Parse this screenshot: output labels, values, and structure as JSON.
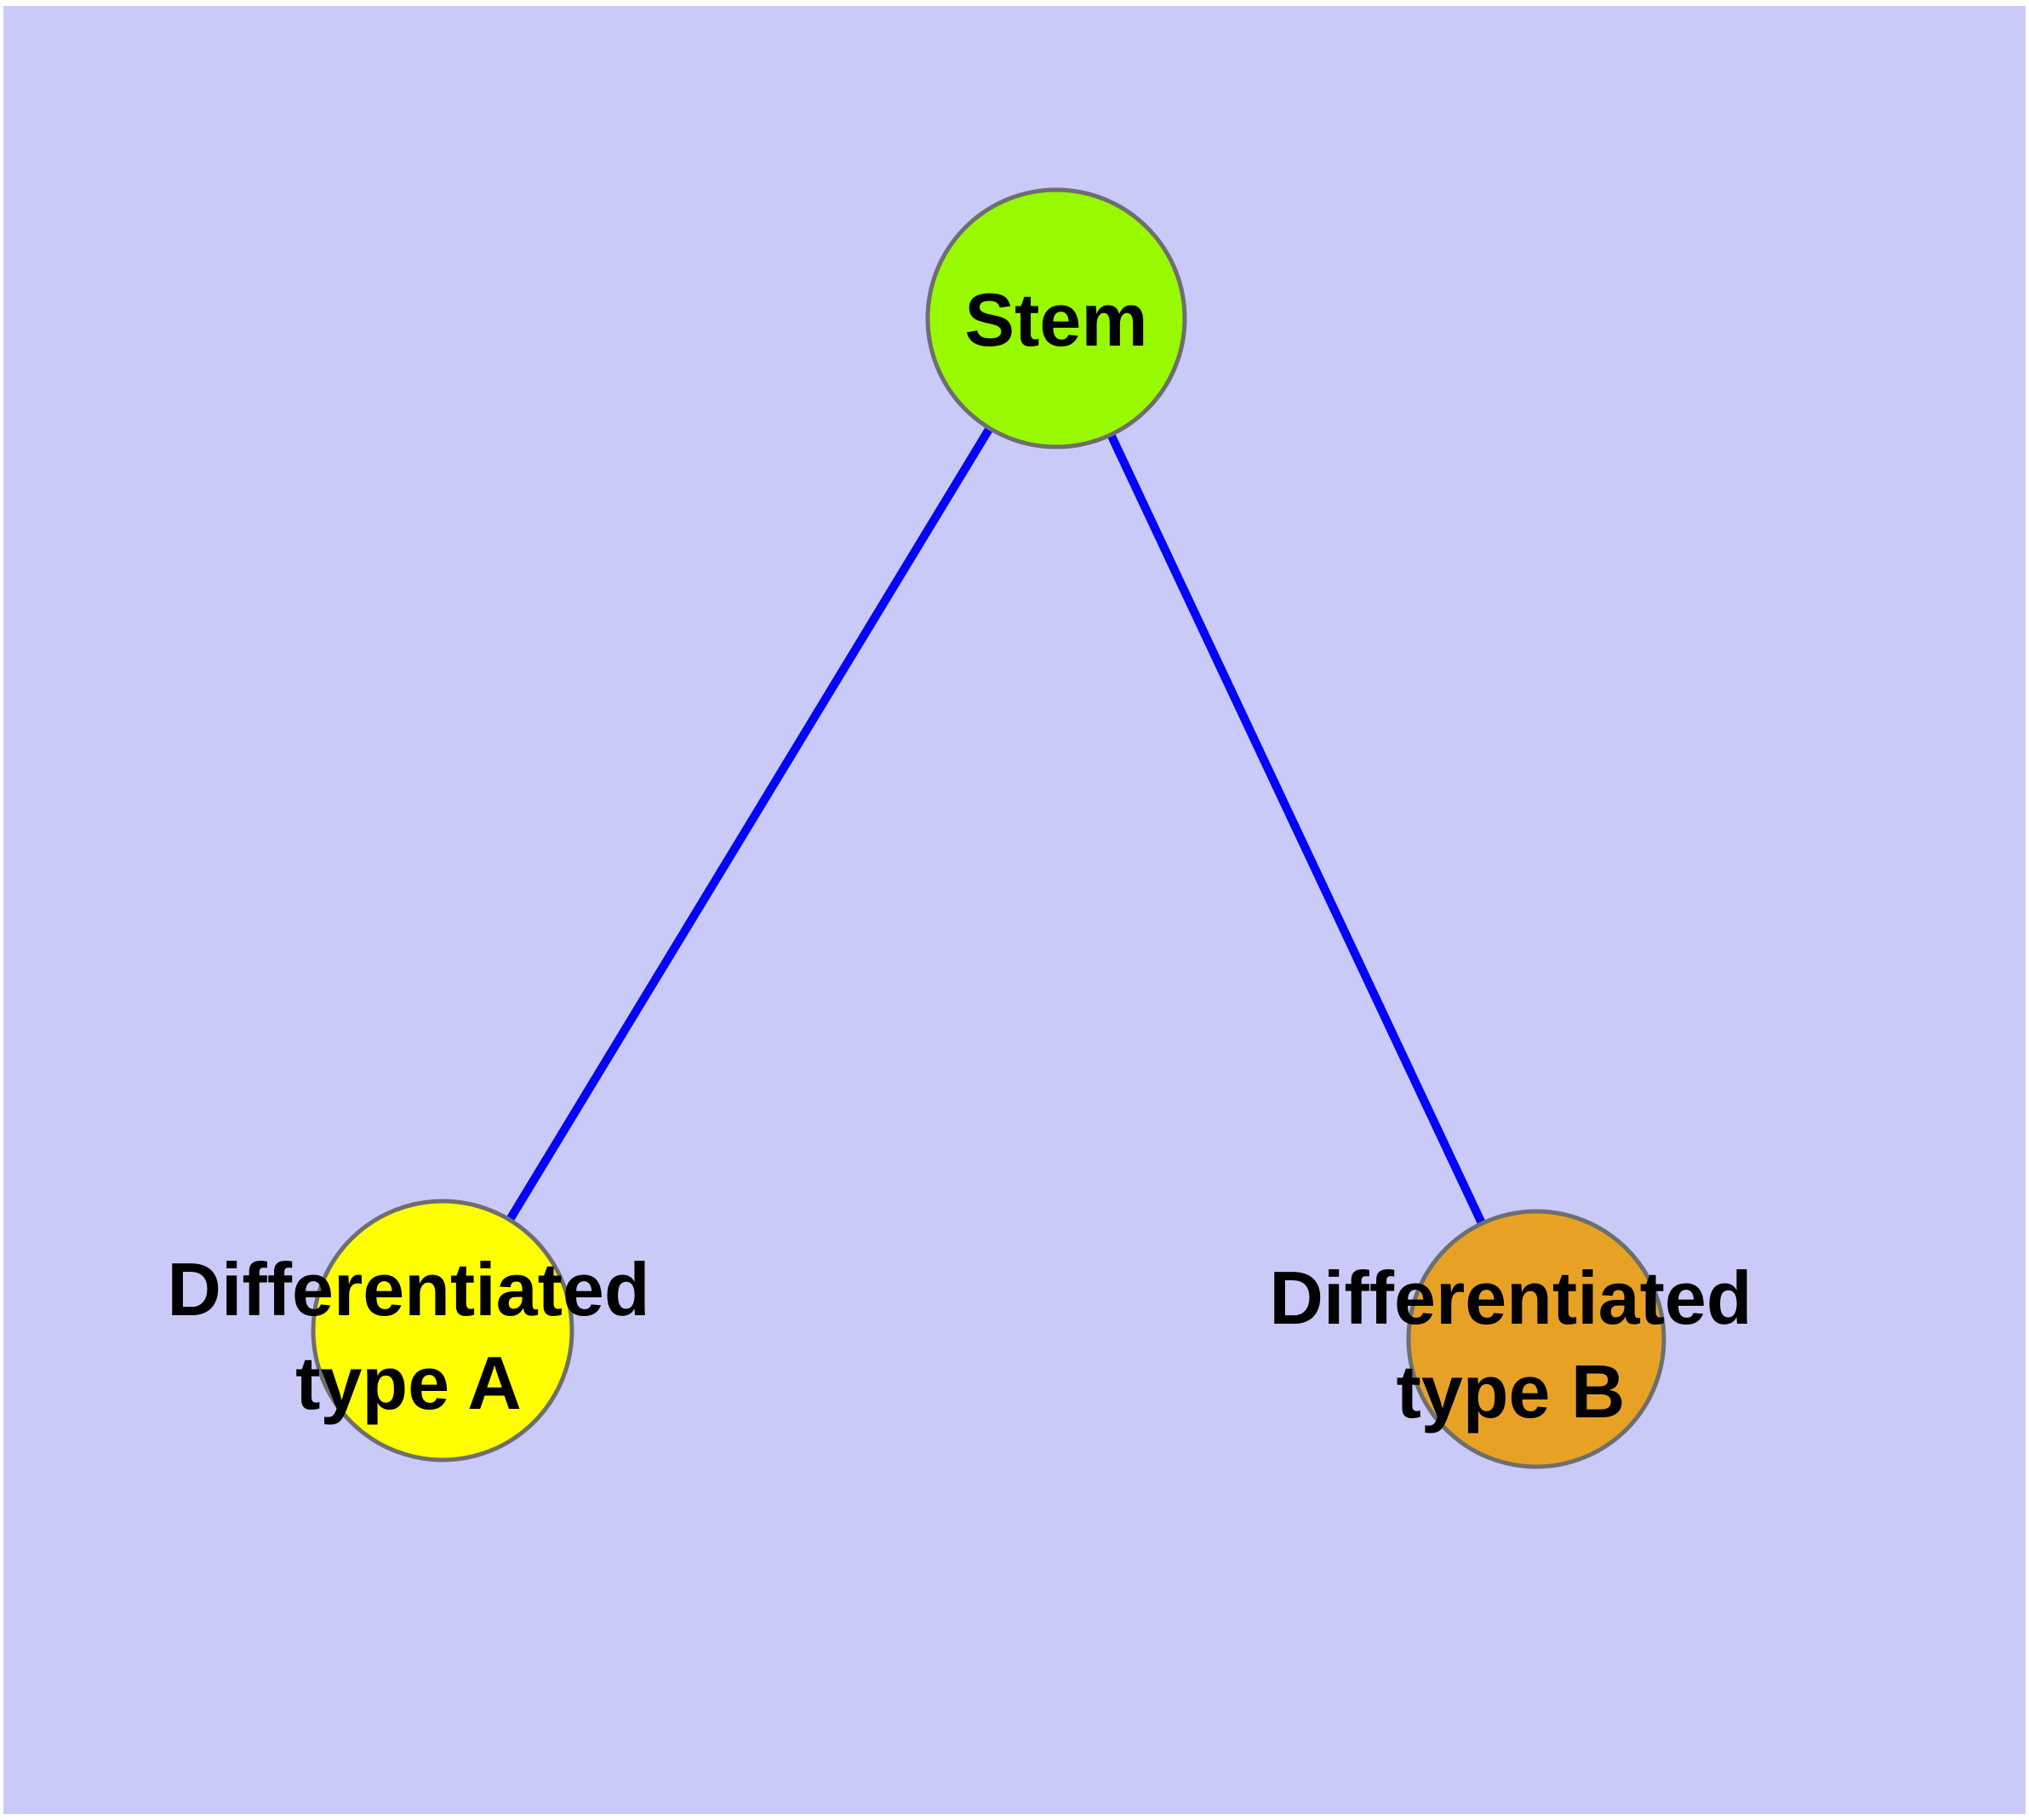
{
  "canvas": {
    "background_color": "#CACAF8",
    "margin_color": "#FFFFFF"
  },
  "text_color": "#000000",
  "nodes": {
    "stem": {
      "label": "Stem",
      "fill": "#99FA00",
      "border_color": "#6E6E6E"
    },
    "type_a": {
      "label_line1": "Differentiated",
      "label_line2": "type A",
      "fill": "#FFFF00",
      "border_color": "#6E6E6E"
    },
    "type_b": {
      "label_line1": "Differentiated",
      "label_line2": "type B",
      "fill": "#E7A226",
      "border_color": "#6E6E6E"
    }
  },
  "edges": {
    "stem_to_type_a": {
      "color": "#0404F8"
    },
    "stem_to_type_b": {
      "color": "#0404F8"
    }
  }
}
